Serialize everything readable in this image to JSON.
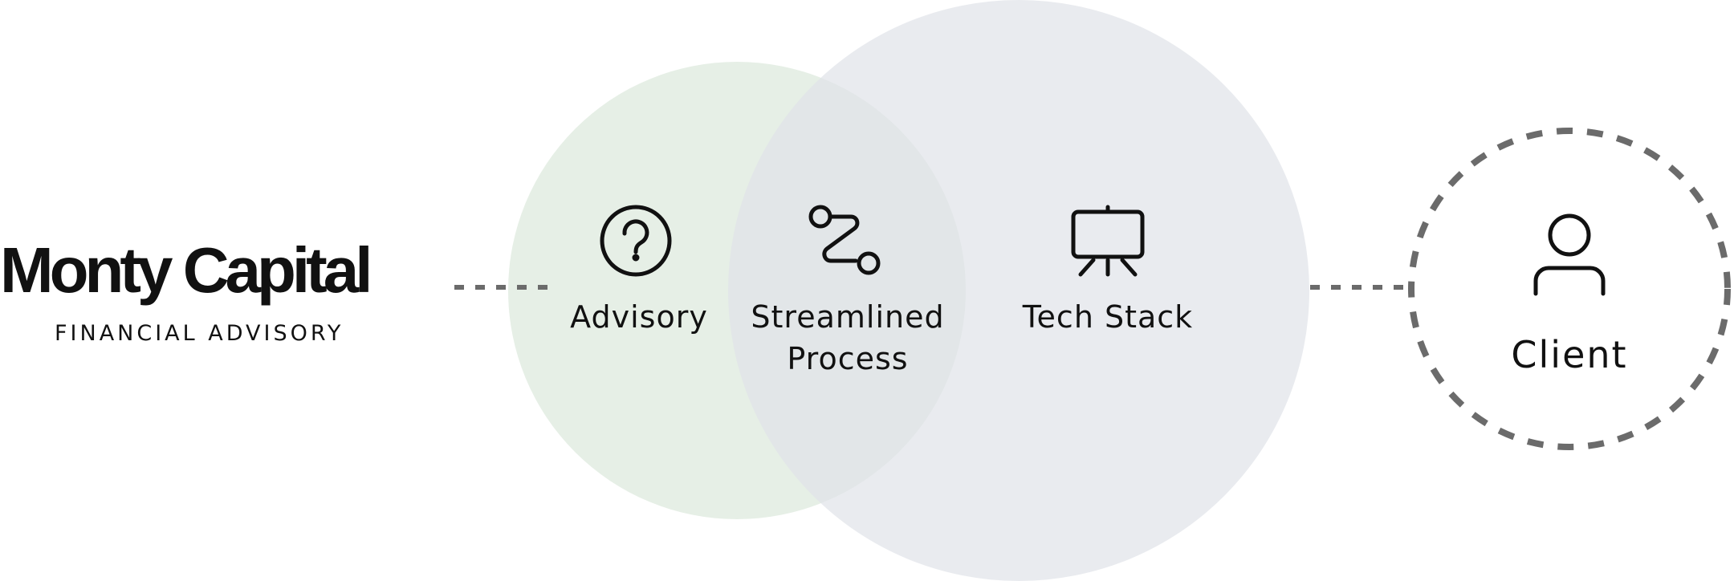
{
  "brand": {
    "title": "Monty Capital",
    "subtitle": "FINANCIAL ADVISORY"
  },
  "nodes": {
    "advisory": {
      "label": "Advisory",
      "icon": "question-circle-icon"
    },
    "streamlined": {
      "label_line1": "Streamlined",
      "label_line2": "Process",
      "icon": "route-icon"
    },
    "tech_stack": {
      "label": "Tech Stack",
      "icon": "presentation-board-icon"
    },
    "client": {
      "label": "Client",
      "icon": "user-icon"
    }
  },
  "colors": {
    "advisory_circle": "#e3ede3",
    "tech_circle": "#e6e9ed",
    "text": "#111111",
    "connector": "#666666"
  }
}
